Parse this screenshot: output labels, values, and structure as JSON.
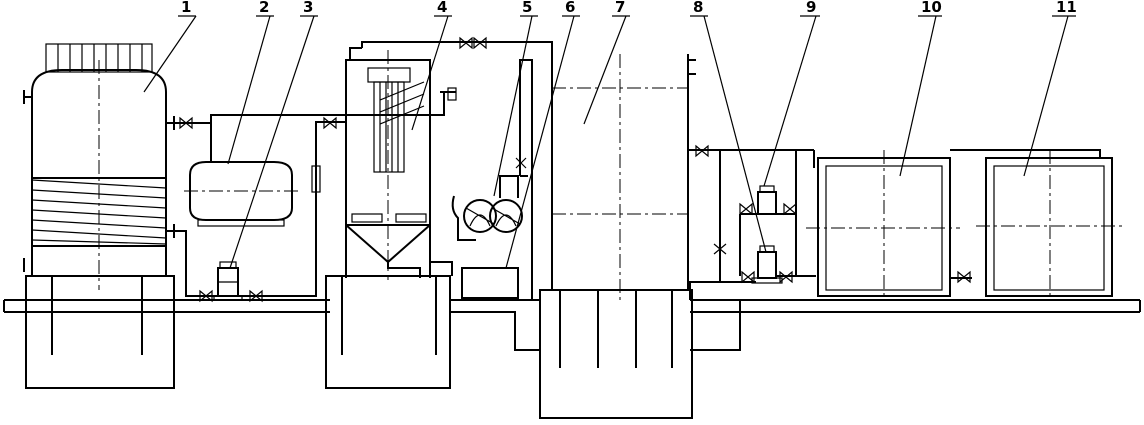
{
  "diagram": {
    "callouts": [
      "1",
      "2",
      "3",
      "4",
      "5",
      "6",
      "7",
      "8",
      "9",
      "10",
      "11"
    ]
  }
}
